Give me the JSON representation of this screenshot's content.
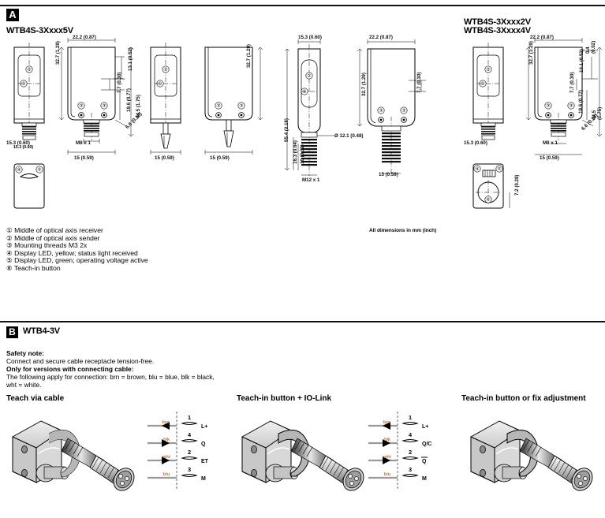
{
  "page": {
    "dimension_note": "All dimensions in mm (inch)"
  },
  "section_a": {
    "badge": "A",
    "title_left": "WTB4S-3Xxxx5V",
    "title_right_line1": "WTB4S-3Xxxx2V",
    "title_right_line2": "WTB4S-3Xxxx4V",
    "legend": [
      {
        "num": "①",
        "text": "Middle of optical axis receiver"
      },
      {
        "num": "②",
        "text": "Middle of optical axis sender"
      },
      {
        "num": "③",
        "text": "Mounting threads M3 2x"
      },
      {
        "num": "④",
        "text": "Display LED, yellow; status light received"
      },
      {
        "num": "⑤",
        "text": "Display LED, green; operating voltage active"
      },
      {
        "num": "⑥",
        "text": "Teach-in button"
      }
    ],
    "dimensions": {
      "width_22_2": "22.2 (0.87)",
      "width_15_3": "15.3 (0.60)",
      "height_32_7": "32.7 (1.29)",
      "height_44_5": "44.5 (1.75)",
      "height_55_4": "55.4 (2.18)",
      "d_13_1": "13.1 (0.52)",
      "d_7_7": "7.7 (0.30)",
      "d_19_6": "19.6 (0.77)",
      "d_6_6": "6.6 (0.26)",
      "d_15": "15 (0.59)",
      "d_m8": "M8 x 1",
      "d_m12": "M12 x 1",
      "d_diam_12_1": "Ø 12.1 (0.48)",
      "d_16_3": "16.3 (0.64)",
      "d_10": "10 (0.39)",
      "d_0_4": "0.4 (0.02)",
      "d_7_2": "7.2 (0.28)"
    }
  },
  "section_b": {
    "badge": "B",
    "title": "WTB4-3V",
    "safety": {
      "heading": "Safety note:",
      "line1": "Connect and secure cable receptacle tension-free.",
      "heading2": "Only for versions with connecting cable:",
      "line2": "The following apply for connection: brn = brown, blu = blue, blk = black,",
      "line3": "wht = white."
    },
    "panels": [
      {
        "heading": "Teach via cable",
        "pins": [
          {
            "pin": "1",
            "wire": "brn",
            "signal": "L+",
            "dir": "in"
          },
          {
            "pin": "4",
            "wire": "blk",
            "signal": "Q",
            "dir": "out"
          },
          {
            "pin": "2",
            "wire": "wht",
            "signal": "ET",
            "dir": "out"
          },
          {
            "pin": "3",
            "wire": "blu",
            "signal": "M",
            "dir": "none"
          }
        ]
      },
      {
        "heading": "Teach-in button + IO-Link",
        "pins": [
          {
            "pin": "1",
            "wire": "brn",
            "signal": "L+",
            "dir": "in"
          },
          {
            "pin": "4",
            "wire": "blk",
            "signal": "Q/C",
            "dir": "out"
          },
          {
            "pin": "2",
            "wire": "wht",
            "signal": "Q̅",
            "dir": "out"
          },
          {
            "pin": "3",
            "wire": "blu",
            "signal": "M",
            "dir": "none"
          }
        ]
      },
      {
        "heading": "Teach-in button or fix adjustment",
        "pins": []
      }
    ]
  },
  "colors": {
    "wire_label": "#c87137",
    "line": "#000000",
    "wire_line": "#9a9a9a"
  }
}
